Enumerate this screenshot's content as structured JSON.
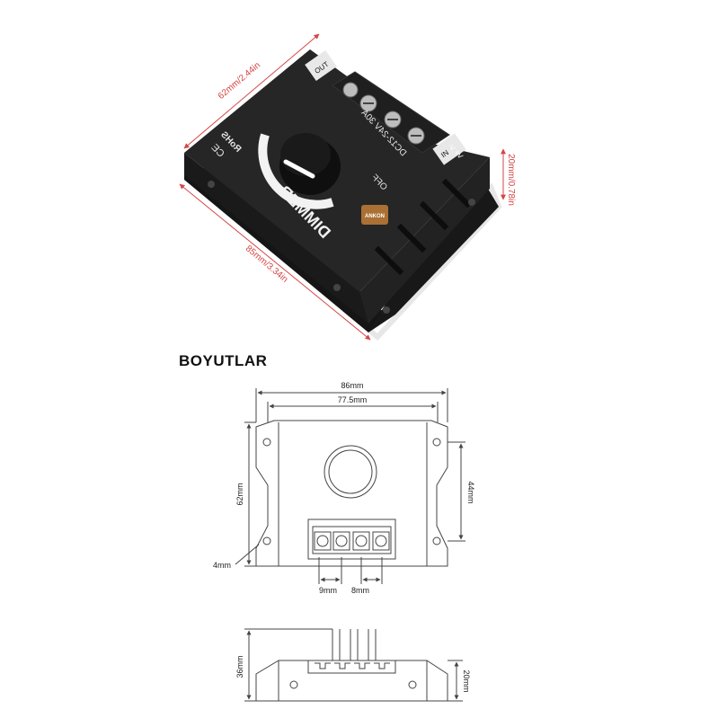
{
  "product": {
    "label_main": "DIMMER",
    "label_voltage": "DC12-24V 30A",
    "label_off": "OFF",
    "label_in": "IN",
    "label_out": "OUT",
    "label_vplus_vminus": "V+ V-",
    "label_rohs": "RoHS",
    "label_ce": "CE",
    "watermark": "ANKON"
  },
  "photo_dimensions": {
    "length": "62mm/2.44in",
    "width": "85mm/3.34in",
    "height": "20mm/0.78in"
  },
  "section": {
    "heading": "BOYUTLAR"
  },
  "drawing": {
    "overall_width": "86mm",
    "inner_width": "77.5mm",
    "overall_height": "62mm",
    "inner_height": "44mm",
    "hole": "4mm",
    "pitch_a": "9mm",
    "pitch_b": "8mm",
    "side_height": "36mm",
    "body_height": "20mm"
  },
  "colors": {
    "body": "#1c1c1c",
    "dimension_red": "#d64545",
    "line_gray": "#555555"
  }
}
